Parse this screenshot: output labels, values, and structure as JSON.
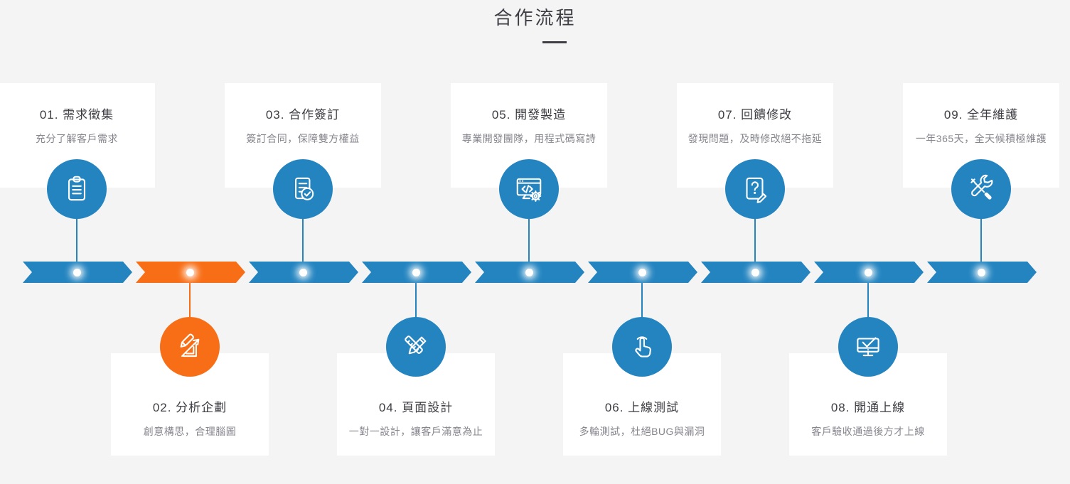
{
  "header": {
    "title": "合作流程"
  },
  "colors": {
    "blue": "#2384C0",
    "orange": "#F86E16",
    "background": "#F4F4F5",
    "card": "#FFFFFF",
    "title_text": "#3E3E44",
    "subtitle_text": "#85858D"
  },
  "timeline": {
    "segment_count": 9,
    "highlighted_step": "02",
    "direction": "left-to-right"
  },
  "steps": [
    {
      "title": "01. 需求徵集",
      "subtitle": "充分了解客戶需求",
      "icon": "clipboard-icon",
      "accent": "blue",
      "position": "top"
    },
    {
      "title": "02. 分析企劃",
      "subtitle": "創意構思，合理腦圖",
      "icon": "pencil-sketch-icon",
      "accent": "orange",
      "position": "bottom"
    },
    {
      "title": "03. 合作簽訂",
      "subtitle": "簽訂合同，保障雙方權益",
      "icon": "contract-check-icon",
      "accent": "blue",
      "position": "top"
    },
    {
      "title": "04. 頁面設計",
      "subtitle": "一對一設計，讓客戶滿意為止",
      "icon": "pencil-ruler-icon",
      "accent": "blue",
      "position": "bottom"
    },
    {
      "title": "05. 開發製造",
      "subtitle": "專業開發團隊，用程式碼寫詩",
      "icon": "code-monitor-gear-icon",
      "accent": "blue",
      "position": "top"
    },
    {
      "title": "06. 上線測試",
      "subtitle": "多輪測試，杜絕BUG與漏洞",
      "icon": "tap-finger-icon",
      "accent": "blue",
      "position": "bottom"
    },
    {
      "title": "07. 回饋修改",
      "subtitle": "發現問題，及時修改絕不拖延",
      "icon": "question-doc-pencil-icon",
      "accent": "blue",
      "position": "top"
    },
    {
      "title": "08. 開通上線",
      "subtitle": "客戶驗收通過後方才上線",
      "icon": "monitor-check-icon",
      "accent": "blue",
      "position": "bottom"
    },
    {
      "title": "09. 全年維護",
      "subtitle": "一年365天，全天候積極維護",
      "icon": "wrench-screwdriver-icon",
      "accent": "blue",
      "position": "top"
    }
  ]
}
